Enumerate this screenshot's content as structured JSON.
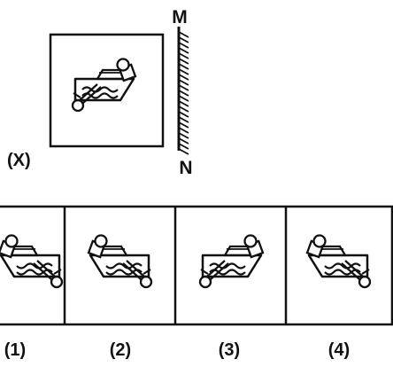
{
  "question_figure": {
    "label": "(X)"
  },
  "mirror": {
    "top_label": "M",
    "bottom_label": "N"
  },
  "options": [
    {
      "label": "(1)"
    },
    {
      "label": "(2)"
    },
    {
      "label": "(3)"
    },
    {
      "label": "(4)"
    }
  ],
  "colors": {
    "ink": "#111111",
    "background": "#ffffff"
  }
}
